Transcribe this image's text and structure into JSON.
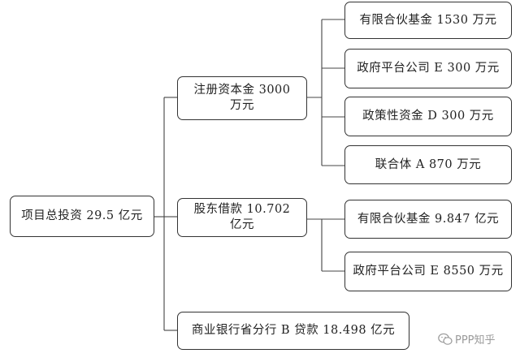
{
  "diagram": {
    "root": "项目总投资 29.5 亿元",
    "categories": {
      "registered_capital": "注册资本金 3000 万元",
      "shareholder_loan": "股东借款 10.702 亿元",
      "bank_loan": "商业银行省分行 B 贷款 18.498 亿元"
    },
    "capital_items": [
      "有限合伙基金 1530 万元",
      "政府平台公司 E 300 万元",
      "政策性资金 D 300 万元",
      "联合体 A 870 万元"
    ],
    "loan_items": [
      "有限合伙基金 9.847 亿元",
      "政府平台公司 E 8550 万元"
    ]
  },
  "watermark": {
    "text": "PPP知乎",
    "icon": "wechat-icon"
  }
}
